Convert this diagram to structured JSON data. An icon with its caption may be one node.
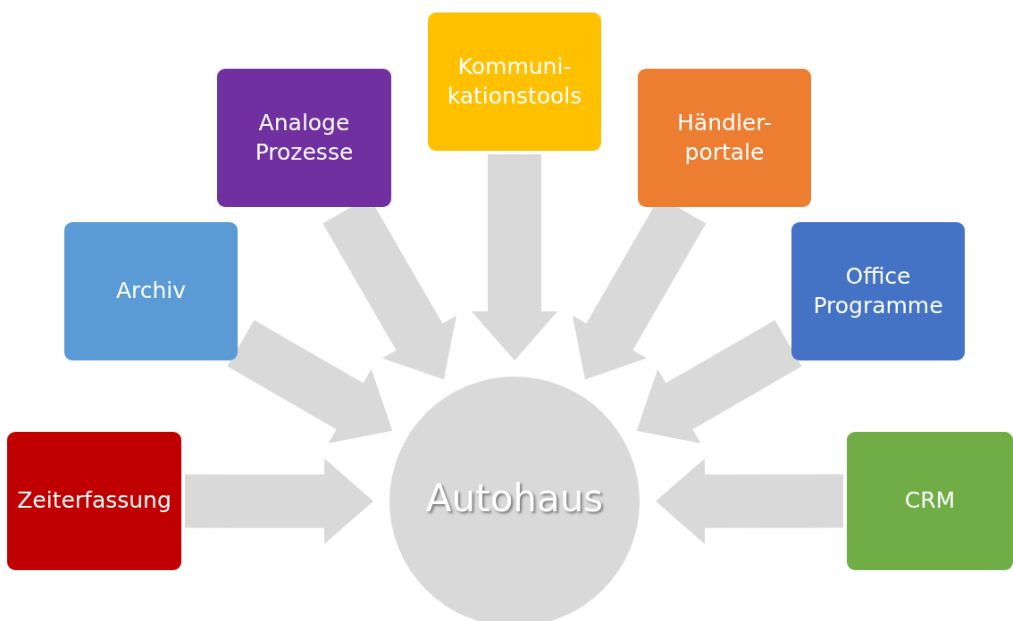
{
  "diagram": {
    "nodes": [
      {
        "text": [
          "Zeiterfassung"
        ]
      },
      {
        "text": [
          "Archiv"
        ]
      },
      {
        "text": [
          "Analoge Prozesse"
        ]
      },
      {
        "text": [
          "Kommuni- kationstools"
        ]
      },
      {
        "text": [
          "Händler- portale"
        ]
      },
      {
        "text": [
          "Office Programme"
        ]
      },
      {
        "text": [
          "CRM"
        ]
      },
      {
        "text": [
          "Autohaus"
        ]
      }
    ],
    "edges": [
      {
        "from": 0,
        "to": 7,
        "arrow": "to"
      },
      {
        "from": 1,
        "to": 7,
        "arrow": "to"
      },
      {
        "from": 2,
        "to": 7,
        "arrow": "to"
      },
      {
        "from": 3,
        "to": 7,
        "arrow": "to"
      },
      {
        "from": 4,
        "to": 7,
        "arrow": "to"
      },
      {
        "from": 5,
        "to": 7,
        "arrow": "to"
      },
      {
        "from": 6,
        "to": 7,
        "arrow": "to"
      }
    ]
  }
}
